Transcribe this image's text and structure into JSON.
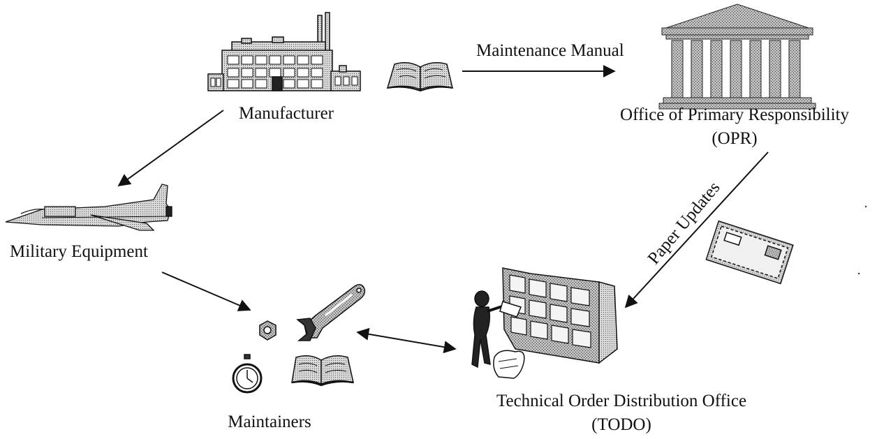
{
  "nodes": {
    "manufacturer": {
      "label": "Manufacturer",
      "icon": "factory-icon"
    },
    "opr": {
      "label_line1": "Office of Primary Responsibility",
      "label_line2": "(OPR)",
      "icon": "government-building-icon"
    },
    "equipment": {
      "label": "Military Equipment",
      "icon": "fighter-jet-icon"
    },
    "maintainers": {
      "label": "Maintainers",
      "icons": [
        "hex-nut-icon",
        "wrench-icon",
        "stopwatch-icon",
        "open-book-icon"
      ]
    },
    "todo": {
      "label_line1": "Technical Order Distribution Office",
      "label_line2": "(TODO)",
      "icon": "filing-cabinet-clerk-icon"
    }
  },
  "edges": {
    "manual": {
      "label": "Maintenance Manual",
      "icon": "open-book-icon"
    },
    "updates": {
      "label": "Paper Updates",
      "icon": "envelope-icon"
    }
  }
}
